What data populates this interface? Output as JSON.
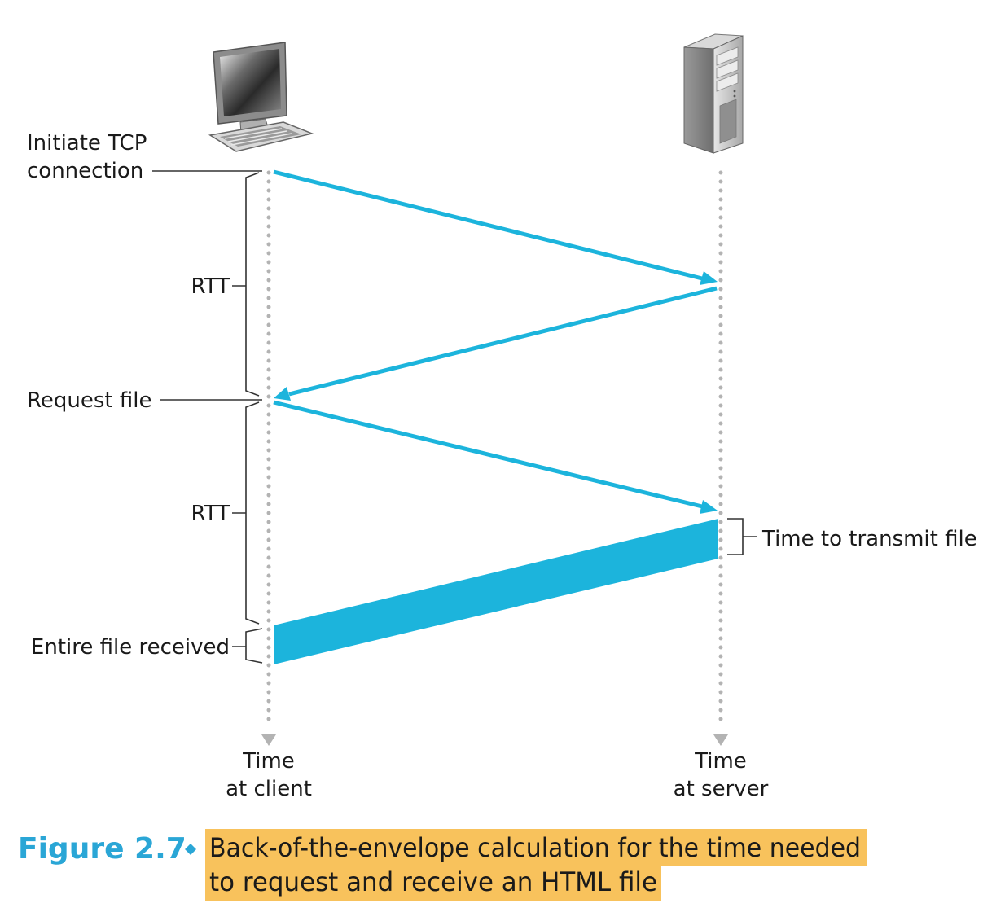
{
  "figure": {
    "number": "Figure 2.7",
    "caption_line1": "Back-of-the-envelope calculation for the time needed",
    "caption_line2": "to request and receive an HTML file"
  },
  "labels": {
    "initiate_line1": "Initiate TCP",
    "initiate_line2": "connection",
    "rtt_first": "RTT",
    "request_file": "Request file",
    "rtt_second": "RTT",
    "entire_file": "Entire file received",
    "transmit_time": "Time to transmit file"
  },
  "axes": {
    "client_line1": "Time",
    "client_line2": "at client",
    "server_line1": "Time",
    "server_line2": "at server"
  },
  "icons": {
    "client": "desktop-computer-icon",
    "server": "tower-server-icon"
  },
  "colors": {
    "message": "#1cb4dc",
    "figure_label": "#2aa6d6",
    "caption_highlight": "#f8c25c",
    "timeline": "#b3b3b3"
  }
}
